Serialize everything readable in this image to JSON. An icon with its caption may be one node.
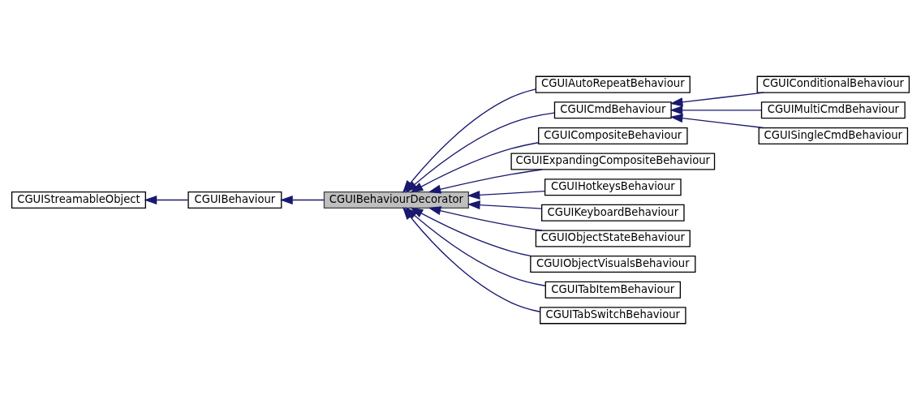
{
  "diagram": {
    "nodes": [
      {
        "text": [
          "CGUIStreamableObject"
        ]
      },
      {
        "text": [
          "CGUIBehaviour"
        ]
      },
      {
        "text": [
          "CGUIBehaviourDecorator"
        ]
      },
      {
        "text": [
          "CGUIAutoRepeatBehaviour"
        ]
      },
      {
        "text": [
          "CGUICmdBehaviour"
        ]
      },
      {
        "text": [
          "CGUICompositeBehaviour"
        ]
      },
      {
        "text": [
          "CGUIExpandingCompositeBehaviour"
        ]
      },
      {
        "text": [
          "CGUIHotkeysBehaviour"
        ]
      },
      {
        "text": [
          "CGUIKeyboardBehaviour"
        ]
      },
      {
        "text": [
          "CGUIObjectStateBehaviour"
        ]
      },
      {
        "text": [
          "CGUIObjectVisualsBehaviour"
        ]
      },
      {
        "text": [
          "CGUITabItemBehaviour"
        ]
      },
      {
        "text": [
          "CGUITabSwitchBehaviour"
        ]
      },
      {
        "text": [
          "CGUIConditionalBehaviour"
        ]
      },
      {
        "text": [
          "CGUIMultiCmdBehaviour"
        ]
      },
      {
        "text": [
          "CGUISingleCmdBehaviour"
        ]
      }
    ],
    "edges": [
      {
        "from": 1,
        "to": 0,
        "arrow": "to"
      },
      {
        "from": 2,
        "to": 1,
        "arrow": "to"
      },
      {
        "from": 3,
        "to": 2,
        "arrow": "to"
      },
      {
        "from": 4,
        "to": 2,
        "arrow": "to"
      },
      {
        "from": 5,
        "to": 2,
        "arrow": "to"
      },
      {
        "from": 6,
        "to": 2,
        "arrow": "to"
      },
      {
        "from": 7,
        "to": 2,
        "arrow": "to"
      },
      {
        "from": 8,
        "to": 2,
        "arrow": "to"
      },
      {
        "from": 9,
        "to": 2,
        "arrow": "to"
      },
      {
        "from": 10,
        "to": 2,
        "arrow": "to"
      },
      {
        "from": 11,
        "to": 2,
        "arrow": "to"
      },
      {
        "from": 12,
        "to": 2,
        "arrow": "to"
      },
      {
        "from": 13,
        "to": 4,
        "arrow": "to"
      },
      {
        "from": 14,
        "to": 4,
        "arrow": "to"
      },
      {
        "from": 15,
        "to": 4,
        "arrow": "to"
      }
    ]
  }
}
